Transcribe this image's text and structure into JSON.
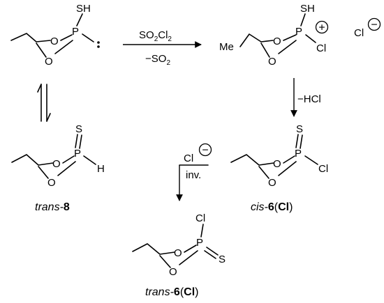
{
  "atoms": {
    "sh": "SH",
    "p": "P",
    "o": "O",
    "s": "S",
    "h": "H",
    "cl": "Cl",
    "me": "Me"
  },
  "charges": {
    "plus": "+",
    "minus": "−"
  },
  "reagents": {
    "top_above": "SO2Cl2",
    "top_below": "−SO2",
    "right_side": "−HCl",
    "mid_above": "Cl",
    "mid_below": "inv."
  },
  "labels": {
    "trans8": {
      "prefix": "trans-",
      "num": "8"
    },
    "cis6": {
      "prefix": "cis-",
      "num": "6",
      "open": "(",
      "sub": "Cl",
      "close": ")"
    },
    "trans6": {
      "prefix": "trans-",
      "num": "6",
      "open": "(",
      "sub": "Cl",
      "close": ")"
    }
  }
}
